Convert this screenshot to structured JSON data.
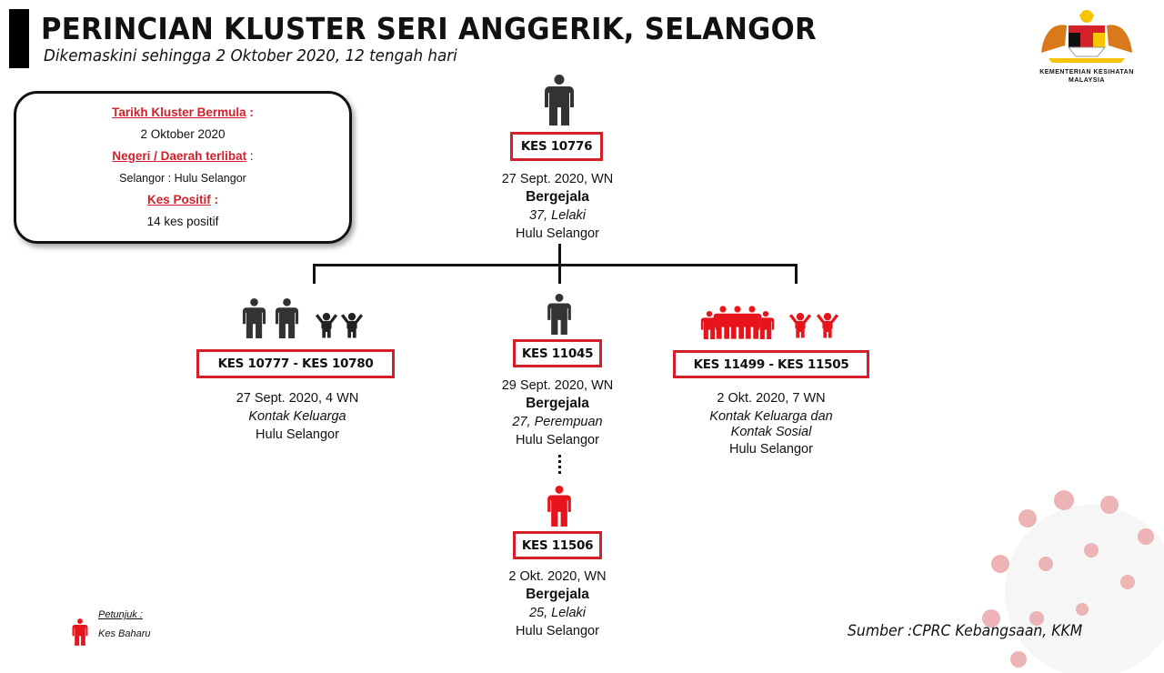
{
  "header": {
    "title": "PERINCIAN KLUSTER SERI ANGGERIK, SELANGOR",
    "subtitle": "Dikemaskini sehingga 2 Oktober 2020, 12 tengah hari"
  },
  "logo": {
    "line1": "KEMENTERIAN KESIHATAN",
    "line2": "MALAYSIA"
  },
  "info_box": {
    "start_label": "Tarikh Kluster Bermula",
    "start_value": "2 Oktober 2020",
    "region_label": "Negeri / Daerah terlibat",
    "region_value": "Selangor : Hulu Selangor",
    "positive_label": "Kes Positif",
    "positive_value": "14 kes positif",
    "colon": " :"
  },
  "cases": {
    "index": {
      "id": "KES 10776",
      "date": "27 Sept. 2020, WN",
      "status": "Bergejala",
      "profile": "37, Lelaki",
      "location": "Hulu Selangor"
    },
    "left": {
      "id": "KES 10777 - KES 10780",
      "date": "27 Sept. 2020, 4 WN",
      "relation": "Kontak Keluarga",
      "location": "Hulu Selangor"
    },
    "middle": {
      "id": "KES 11045",
      "date": "29 Sept. 2020, WN",
      "status": "Bergejala",
      "profile": "27, Perempuan",
      "location": "Hulu Selangor"
    },
    "right": {
      "id": "KES 11499 - KES 11505",
      "date": "2 Okt. 2020, 7 WN",
      "relation1": "Kontak Keluarga dan",
      "relation2": "Kontak Sosial",
      "location": "Hulu Selangor"
    },
    "new": {
      "id": "KES 11506",
      "date": "2 Okt. 2020, WN",
      "status": "Bergejala",
      "profile": "25, Lelaki",
      "location": "Hulu Selangor"
    }
  },
  "legend": {
    "title": "Petunjuk :",
    "item": "Kes Baharu"
  },
  "source": "Sumber :CPRC Kebangsaan,  KKM",
  "colors": {
    "red": "#d3202a",
    "icon_dark": "#333333",
    "icon_red": "#e8141c"
  }
}
